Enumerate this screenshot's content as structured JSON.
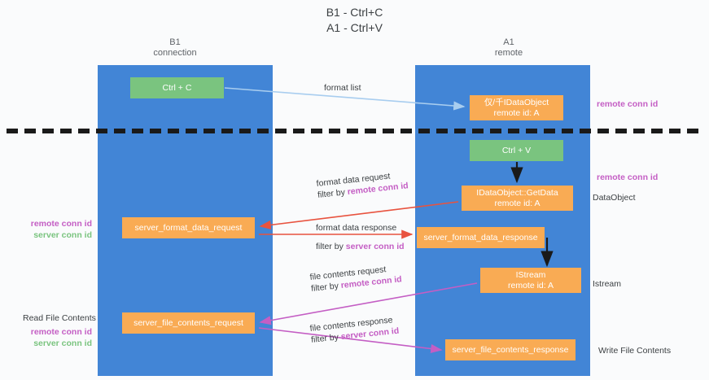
{
  "title": "B1 - Ctrl+C\nA1 - Ctrl+V",
  "lanes": {
    "left": {
      "header": "B1\nconnection"
    },
    "right": {
      "header": "A1\nremote"
    }
  },
  "boxes": {
    "ctrl_c": "Ctrl + C",
    "idataobject": "仅/千IDataObject\nremote id: A",
    "ctrl_v": "Ctrl + V",
    "getdata": "IDataObject::GetData\nremote id: A",
    "server_format_data_request": "server_format_data_request",
    "server_format_data_response": "server_format_data_response",
    "istream": "IStream\nremote id: A",
    "server_file_contents_request": "server_file_contents_request",
    "server_file_contents_response": "server_file_contents_response"
  },
  "arrows": {
    "format_list": "format list",
    "format_data_request": "format data request",
    "format_data_request_filter_prefix": "filter by ",
    "format_data_request_filter_key": "remote conn id",
    "format_data_response": "format data response",
    "format_data_response_filter_prefix": "filter by ",
    "format_data_response_filter_key": "server conn id",
    "file_contents_request": "file contents request",
    "file_contents_request_filter_prefix": "filter by ",
    "file_contents_request_filter_key": "remote conn id",
    "file_contents_response": "file contents response",
    "file_contents_response_filter_prefix": "filter by ",
    "file_contents_response_filter_key": "server conn id"
  },
  "side_labels": {
    "remote_conn_id_top": "remote conn id",
    "remote_conn_id_mid": "remote conn id",
    "dataobject": "DataObject",
    "istream": "Istream",
    "write_file_contents": "Write File Contents",
    "read_file_contents": "Read File Contents",
    "left_remote_conn_id": "remote conn id",
    "left_server_conn_id": "server conn id",
    "left_remote_conn_id_2": "remote conn id",
    "left_server_conn_id_2": "server conn id"
  },
  "colors": {
    "lane": "#4285d6",
    "green_box": "#7ac47f",
    "orange_box": "#f9ab54",
    "magenta": "#c45ec4",
    "red_arrow": "#e8533f",
    "light_blue_arrow": "#a8cdef",
    "black": "#1a1a1a"
  }
}
